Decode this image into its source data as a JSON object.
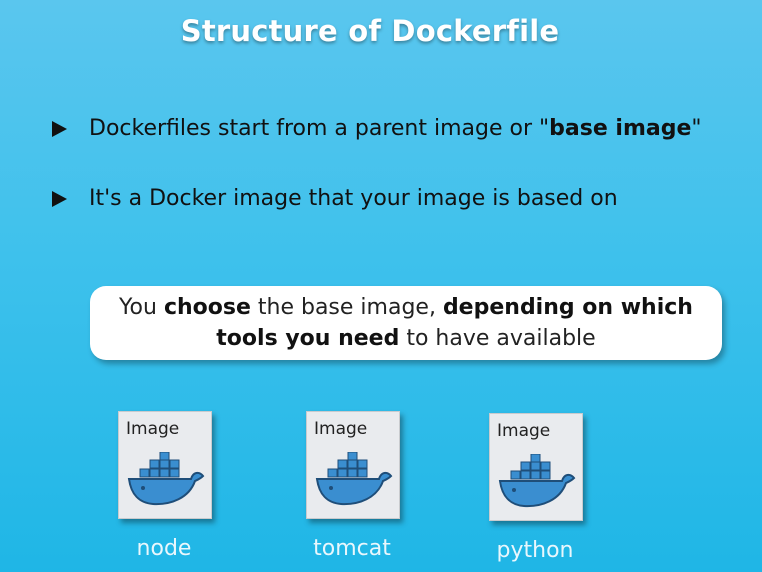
{
  "title": "Structure of Dockerfile",
  "bullets": [
    {
      "pre": "Dockerfiles start from a parent image or \"",
      "bold": "base image",
      "post": "\""
    },
    {
      "text": "It's a Docker image that your image is based on"
    }
  ],
  "callout": {
    "l1_a": "You ",
    "l1_b": "choose",
    "l1_c": " the base image, ",
    "l1_d": "depending on which",
    "l2_a": "tools you need",
    "l2_b": " to have available"
  },
  "images": [
    {
      "label": "Image",
      "caption": "node"
    },
    {
      "label": "Image",
      "caption": "tomcat"
    },
    {
      "label": "Image",
      "caption": "python"
    }
  ],
  "icons": {
    "bullet": "triangle-right-icon",
    "docker": "docker-whale-icon"
  },
  "colors": {
    "background": "#2fbdea",
    "docker_blue": "#3a8ed0"
  }
}
